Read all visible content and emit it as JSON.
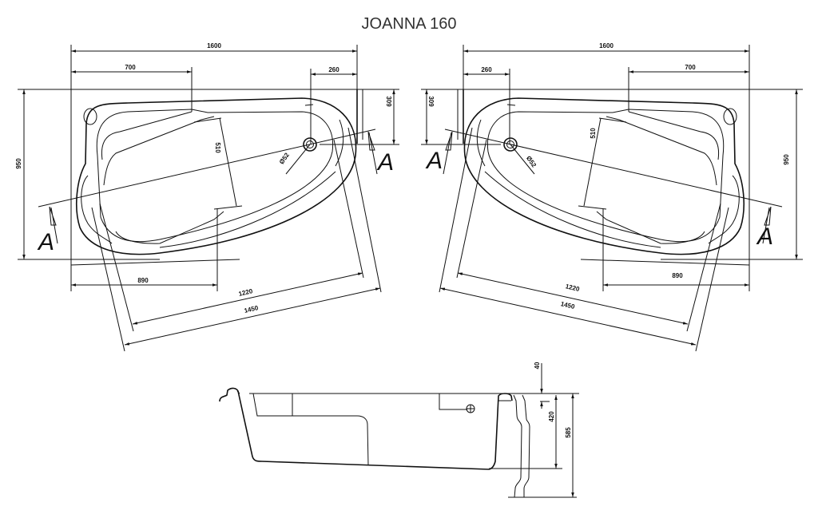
{
  "title": "JOANNA 160",
  "left_view": {
    "dims": {
      "width": "1600",
      "seat": "700",
      "drain_offset": "260",
      "drain_depth": "309",
      "depth": "950",
      "seat_width": "510",
      "drain_diameter": "Ø52",
      "front": "890",
      "inner_length": "1220",
      "outer_length": "1450"
    },
    "section_label_a1": "A",
    "section_label_a2": "A"
  },
  "right_view": {
    "dims": {
      "width": "1600",
      "seat": "700",
      "drain_offset": "260",
      "drain_depth": "309",
      "depth": "950",
      "seat_width": "510",
      "drain_diameter": "Ø52",
      "front": "890",
      "inner_length": "1220",
      "outer_length": "1450"
    },
    "section_label_a1": "A",
    "section_label_a2": "A"
  },
  "section_view": {
    "dims": {
      "rim": "40",
      "inner_depth": "420",
      "total_height": "585"
    }
  },
  "colors": {
    "line": "#111111",
    "title": "#333333",
    "background": "#ffffff"
  }
}
